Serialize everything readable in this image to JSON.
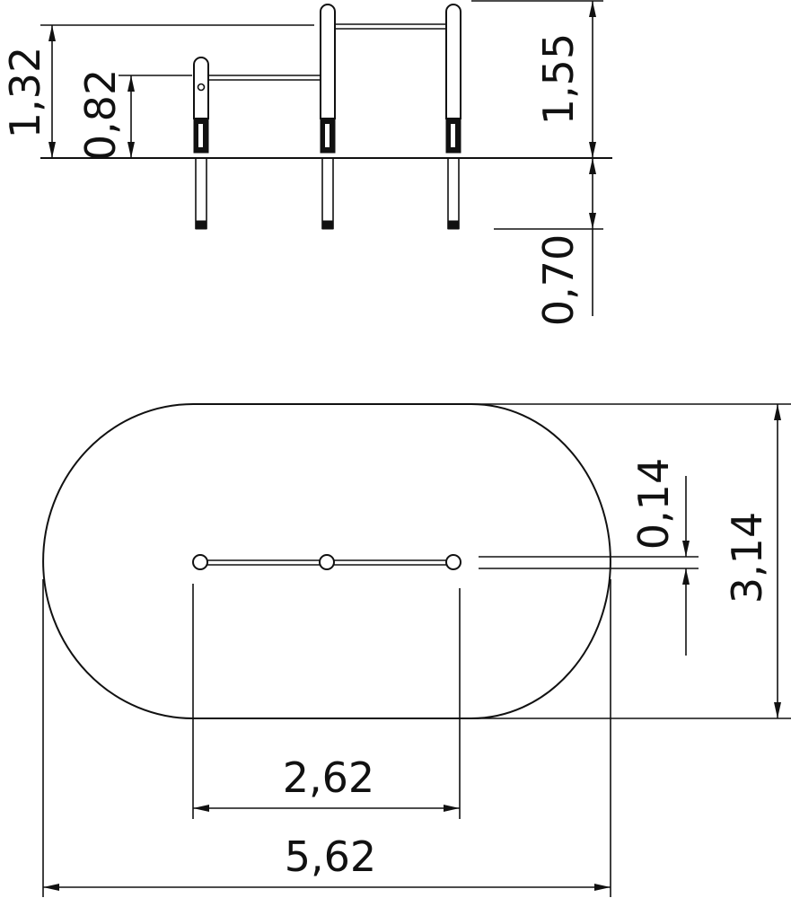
{
  "elevation": {
    "dims": {
      "total_height": "1,32",
      "low_bar_height": "0,82",
      "post_height": "1,55",
      "foundation_depth": "0,70"
    }
  },
  "plan": {
    "dims": {
      "pipe_gap": "0,14",
      "area_width": "3,14",
      "bar_span": "2,62",
      "area_length": "5,62"
    }
  }
}
